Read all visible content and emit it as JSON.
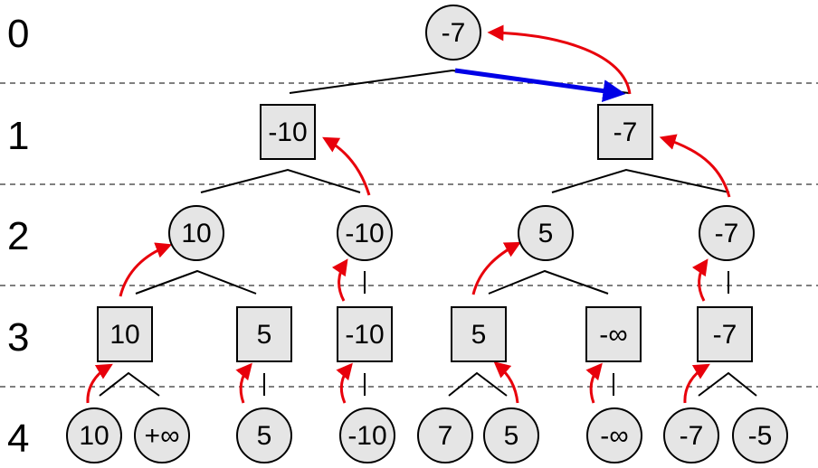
{
  "depth_labels": [
    "0",
    "1",
    "2",
    "3",
    "4"
  ],
  "nodes": {
    "root": "-7",
    "d1_left": "-10",
    "d1_right": "-7",
    "d2_a": "10",
    "d2_b": "-10",
    "d2_c": "5",
    "d2_d": "-7",
    "d3_a": "10",
    "d3_b": "5",
    "d3_c": "-10",
    "d3_d": "5",
    "d3_e": "-∞",
    "d3_f": "-7",
    "d4_a": "10",
    "d4_b": "+∞",
    "d4_c": "5",
    "d4_d": "-10",
    "d4_e": "7",
    "d4_f": "5",
    "d4_g": "-∞",
    "d4_h": "-7",
    "d4_i": "-5"
  },
  "colors": {
    "node_fill": "#e5e5e5",
    "value_arrow": "#e8000b",
    "best_move_arrow": "#0000e6"
  }
}
